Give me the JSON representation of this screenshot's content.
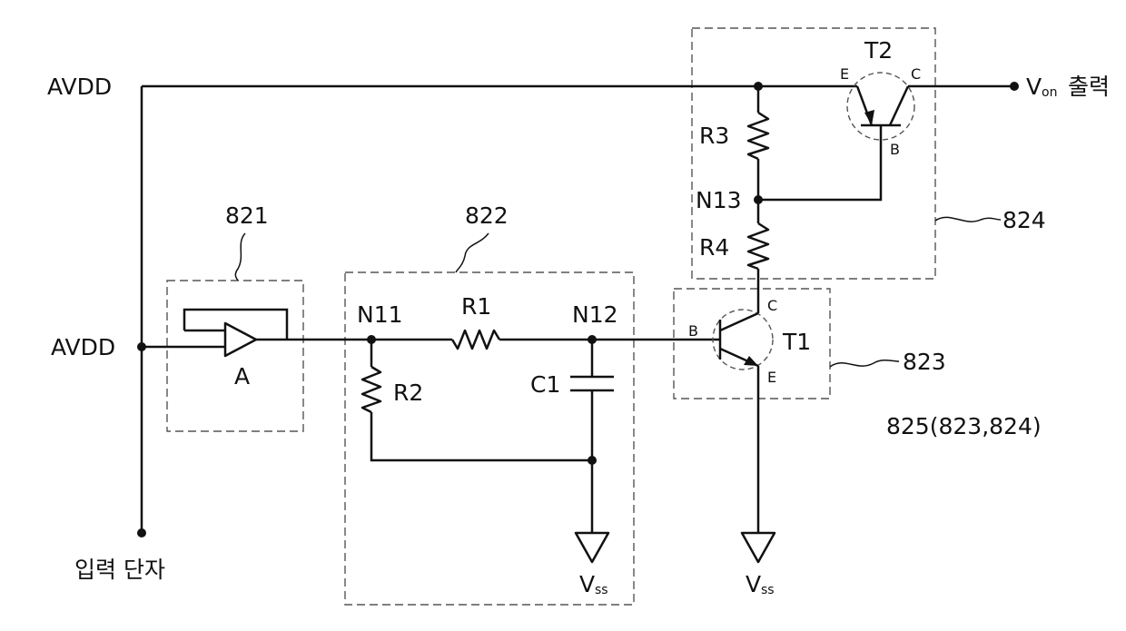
{
  "rails": {
    "avdd_top": "AVDD",
    "avdd_mid": "AVDD",
    "input_terminal": "입력 단자"
  },
  "output": {
    "v": "V",
    "sub": "on",
    "suffix": "출력"
  },
  "blocks": {
    "b821": "821",
    "b822": "822",
    "b823": "823",
    "b824": "824",
    "b825": "825(823,824)"
  },
  "components": {
    "amp": "A",
    "r1": "R1",
    "r2": "R2",
    "r3": "R3",
    "r4": "R4",
    "c1": "C1",
    "t1": "T1",
    "t2": "T2"
  },
  "nodes": {
    "n11": "N11",
    "n12": "N12",
    "n13": "N13"
  },
  "pins": {
    "t1_b": "B",
    "t1_c": "C",
    "t1_e": "E",
    "t2_e": "E",
    "t2_c": "C",
    "t2_b": "B"
  },
  "grounds": {
    "vss1_v": "V",
    "vss1_sub": "ss",
    "vss2_v": "V",
    "vss2_sub": "ss"
  }
}
